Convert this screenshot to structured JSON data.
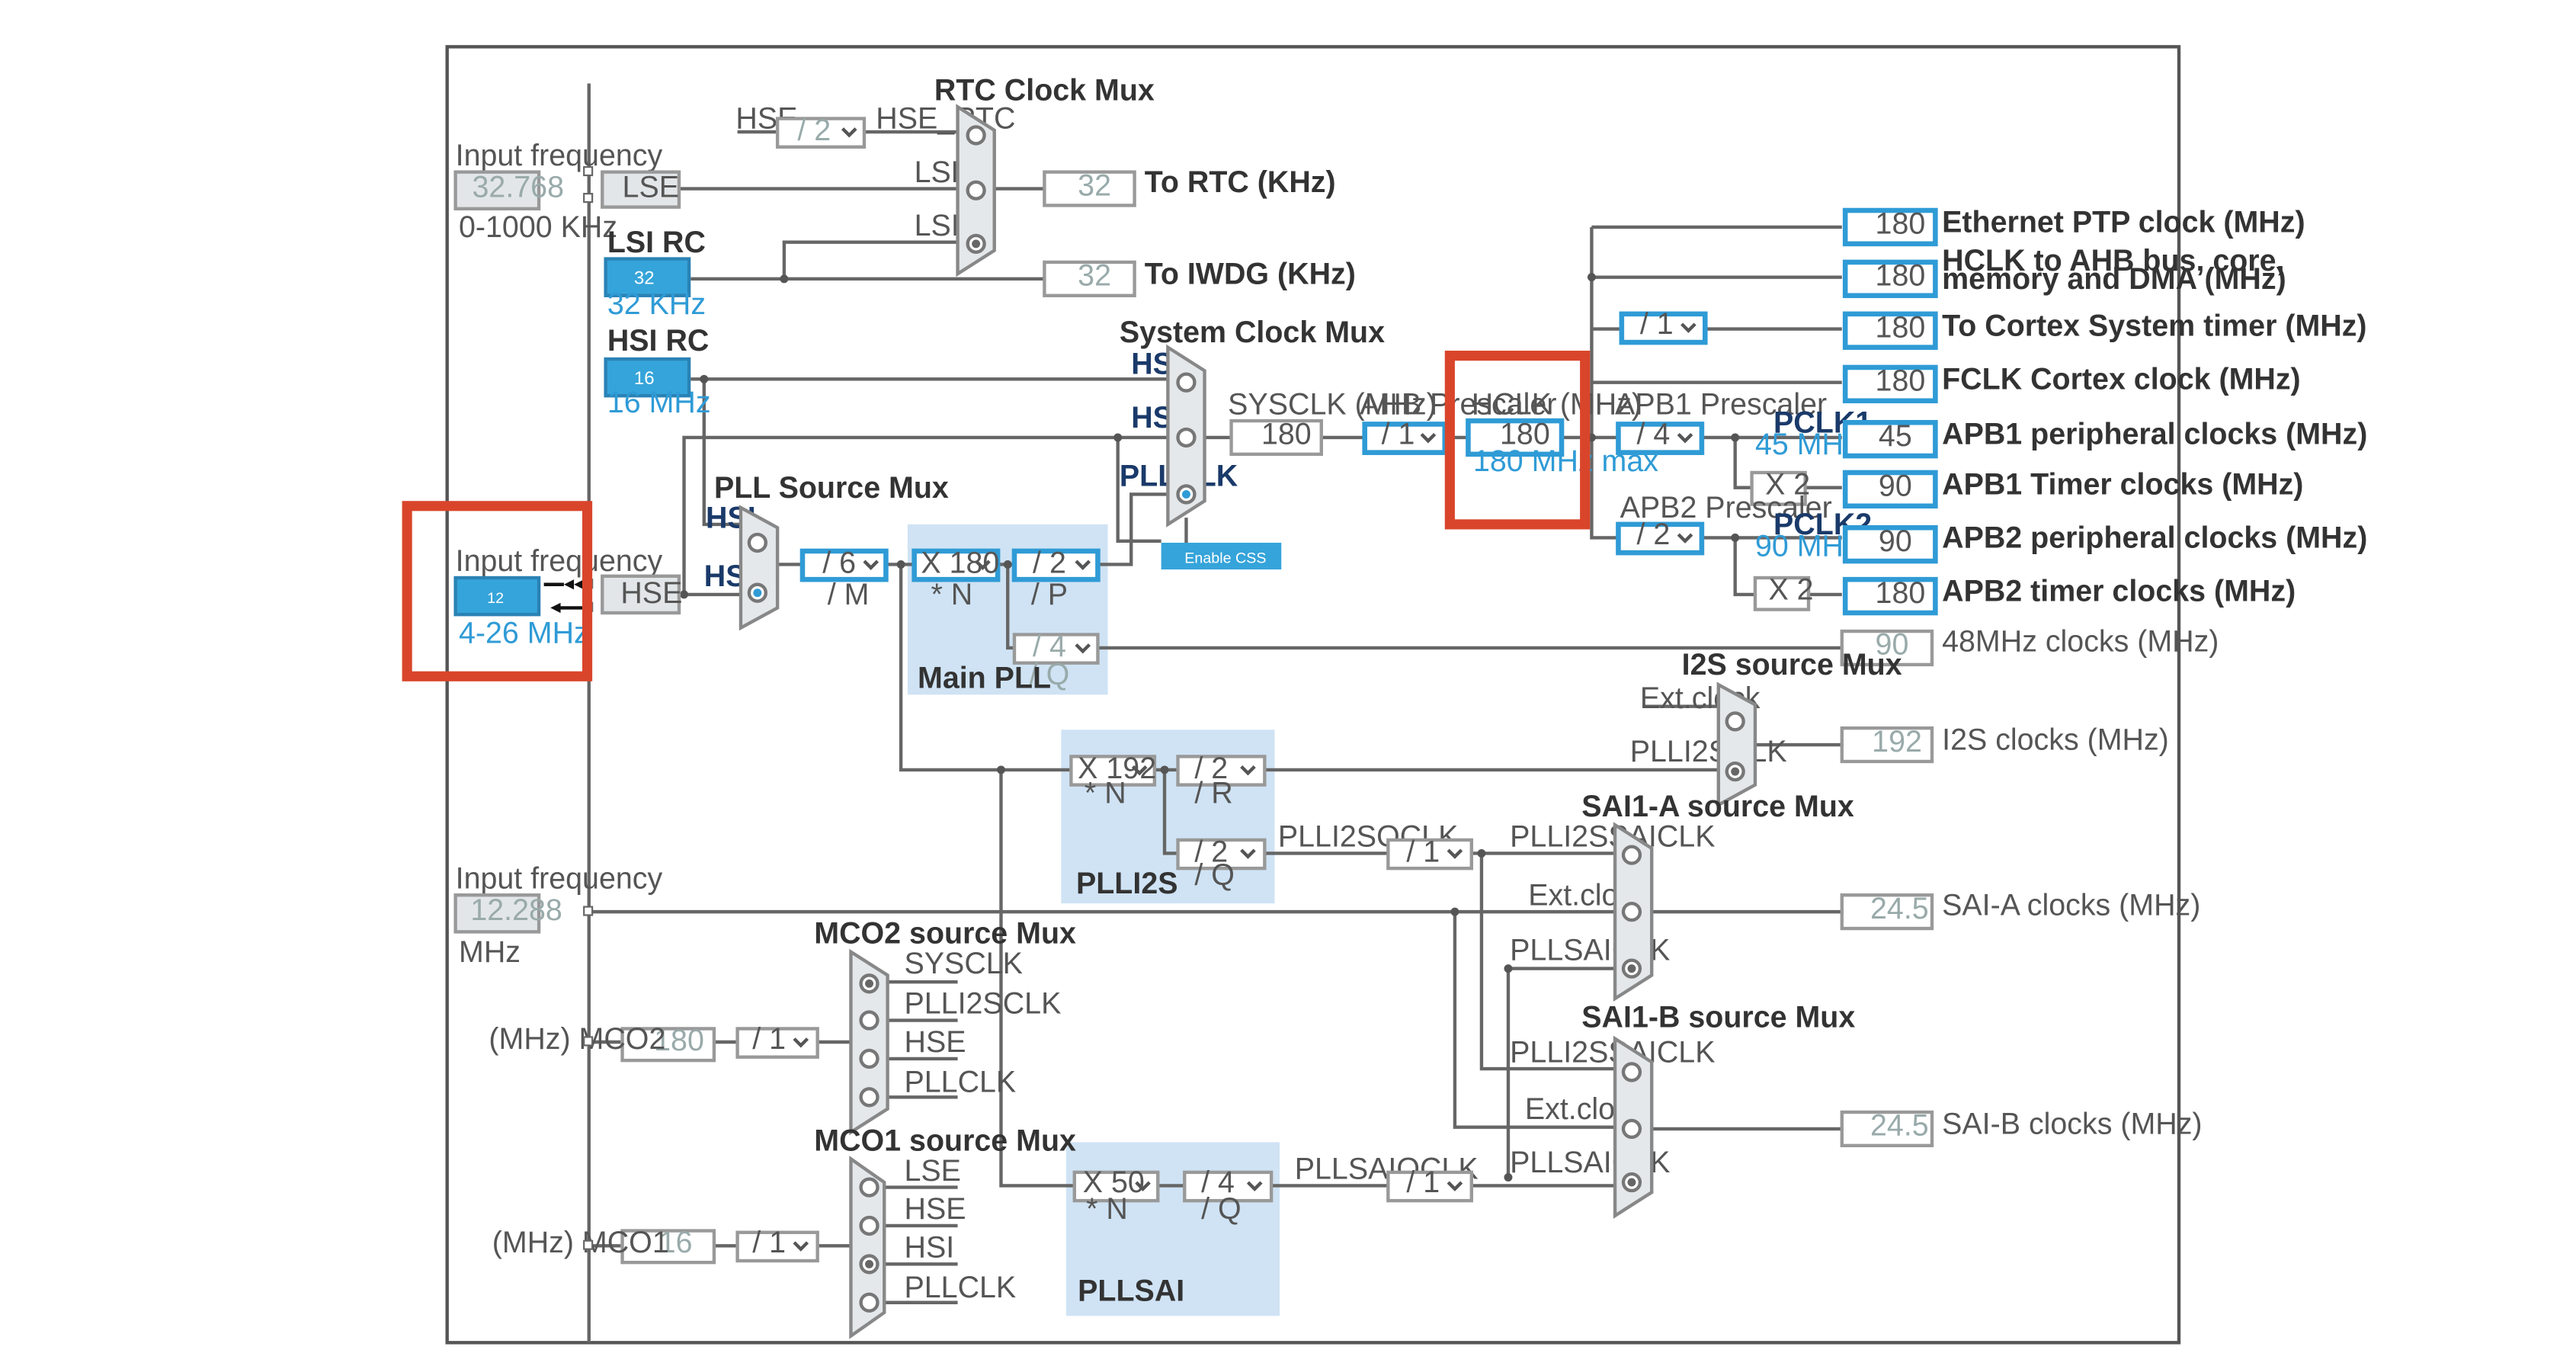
{
  "rtc_mux": {
    "title": "RTC Clock Mux",
    "hse": "HSE",
    "div": "/ 2",
    "hse_rtc": "HSE_RTC",
    "lse": "LSE",
    "lsi": "LSI",
    "out_val": "32",
    "out_label": "To RTC (KHz)"
  },
  "iwdg": {
    "val": "32",
    "label": "To IWDG (KHz)"
  },
  "lse_in": {
    "freq_title": "Input frequency",
    "value": "32.768",
    "range": "0-1000 KHz",
    "block": "LSE"
  },
  "lsi_rc": {
    "title": "LSI RC",
    "value": "32",
    "unit": "32 KHz"
  },
  "hsi_rc": {
    "title": "HSI RC",
    "value": "16",
    "unit": "16 MHz"
  },
  "hse_in": {
    "freq_title": "Input frequency",
    "value": "12",
    "range": "4-26 MHz",
    "block": "HSE"
  },
  "pll_src": {
    "title": "PLL Source Mux",
    "hsi": "HSI",
    "hse": "HSE"
  },
  "main_pll": {
    "m": "/ 6",
    "m_label": "/ M",
    "n": "X 180",
    "n_label": "* N",
    "p": "/ 2",
    "p_label": "/ P",
    "q": "/ 4",
    "q_label": "/ Q",
    "title": "Main PLL"
  },
  "sys_mux": {
    "title": "System Clock Mux",
    "hsi": "HSI",
    "hse": "HSE",
    "pllclk": "PLLCLK",
    "css": "Enable CSS"
  },
  "sysclk": {
    "label": "SYSCLK (MHz)",
    "value": "180"
  },
  "ahb": {
    "label": "AHB Prescaler",
    "value": "/ 1"
  },
  "hclk": {
    "label": "HCLK (MHz)",
    "value": "180",
    "max": "180 MHz max"
  },
  "apb1": {
    "label": "APB1 Prescaler",
    "value": "/ 4",
    "pclk": "PCLK1",
    "max": "45 MHz max",
    "x2": "X 2"
  },
  "apb2": {
    "label": "APB2 Prescaler",
    "value": "/ 2",
    "pclk": "PCLK2",
    "max": "90 MHz max",
    "x2": "X 2"
  },
  "cortex_div": "/ 1",
  "outputs": [
    {
      "value": "180",
      "label1": "Ethernet PTP clock (MHz)",
      "label2": ""
    },
    {
      "value": "180",
      "label1": "HCLK to AHB bus, core,",
      "label2": "memory and DMA (MHz)"
    },
    {
      "value": "180",
      "label1": "To Cortex System timer (MHz)",
      "label2": ""
    },
    {
      "value": "180",
      "label1": "FCLK Cortex clock (MHz)",
      "label2": ""
    },
    {
      "value": "45",
      "label1": "APB1 peripheral clocks (MHz)",
      "label2": ""
    },
    {
      "value": "90",
      "label1": "APB1 Timer clocks (MHz)",
      "label2": ""
    },
    {
      "value": "90",
      "label1": "APB2 peripheral clocks (MHz)",
      "label2": ""
    },
    {
      "value": "180",
      "label1": "APB2 timer clocks (MHz)",
      "label2": ""
    }
  ],
  "usb48": {
    "value": "90",
    "label": "48MHz clocks (MHz)"
  },
  "i2s_mux": {
    "title": "I2S source Mux",
    "ext": "Ext.clock",
    "plli2s": "PLLI2SCLK",
    "out_val": "192",
    "out_label": "I2S clocks (MHz)"
  },
  "plli2s": {
    "n": "X 192",
    "n_label": "* N",
    "r": "/ 2",
    "r_label": "/ R",
    "q": "/ 2",
    "q_label": "/ Q",
    "qclk": "PLLI2SQCLK",
    "div": "/ 1",
    "title": "PLLI2S"
  },
  "sai_a": {
    "title": "SAI1-A source Mux",
    "plli2ssai": "PLLI2SSAICLK",
    "ext": "Ext.clock",
    "pllsai": "PLLSAICLK",
    "out_val": "24.5",
    "out_label": "SAI-A clocks (MHz)"
  },
  "sai_b": {
    "title": "SAI1-B source Mux",
    "plli2ssai": "PLLI2SSAICLK",
    "ext": "Ext.clock",
    "pllsai": "PLLSAICLK",
    "out_val": "24.5",
    "out_label": "SAI-B clocks (MHz)"
  },
  "ext_in": {
    "freq_title": "Input frequency",
    "value": "12.288",
    "unit": "MHz"
  },
  "pllsai": {
    "n": "X 50",
    "n_label": "* N",
    "q": "/ 4",
    "q_label": "/ Q",
    "qclk": "PLLSAIQCLK",
    "div": "/ 1",
    "title": "PLLSAI"
  },
  "mco2": {
    "title": "MCO2 source Mux",
    "sysclk": "SYSCLK",
    "plli2s": "PLLI2SCLK",
    "hse": "HSE",
    "pllclk": "PLLCLK",
    "div": "/ 1",
    "value": "180",
    "label": "(MHz) MCO2"
  },
  "mco1": {
    "title": "MCO1 source Mux",
    "lse": "LSE",
    "hse": "HSE",
    "hsi": "HSI",
    "pllclk": "PLLCLK",
    "div": "/ 1",
    "value": "16",
    "label": "(MHz) MCO1"
  }
}
